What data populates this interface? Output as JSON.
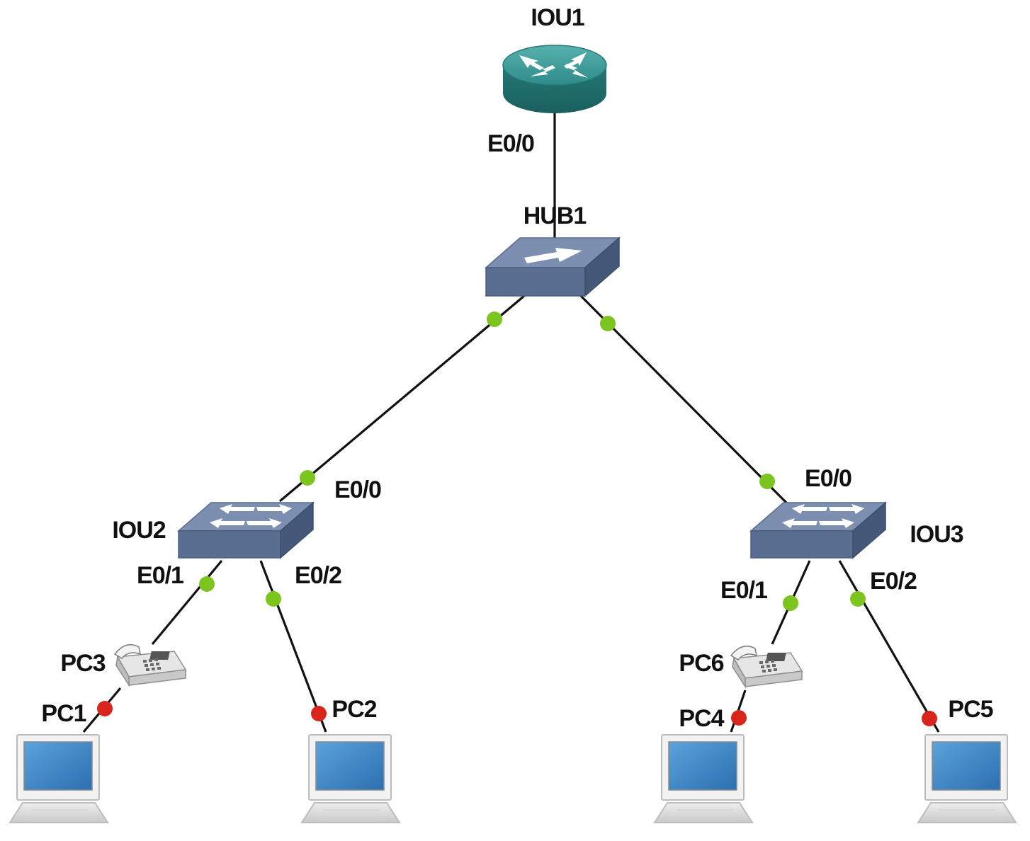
{
  "diagram": {
    "type": "network-topology",
    "nodes": [
      {
        "id": "iou1",
        "label": "IOU1",
        "kind": "router"
      },
      {
        "id": "hub1",
        "label": "HUB1",
        "kind": "hub"
      },
      {
        "id": "iou2",
        "label": "IOU2",
        "kind": "switch"
      },
      {
        "id": "iou3",
        "label": "IOU3",
        "kind": "switch"
      },
      {
        "id": "pc3",
        "label": "PC3",
        "kind": "ip-phone"
      },
      {
        "id": "pc6",
        "label": "PC6",
        "kind": "ip-phone"
      },
      {
        "id": "pc1",
        "label": "PC1",
        "kind": "pc"
      },
      {
        "id": "pc2",
        "label": "PC2",
        "kind": "pc"
      },
      {
        "id": "pc4",
        "label": "PC4",
        "kind": "pc"
      },
      {
        "id": "pc5",
        "label": "PC5",
        "kind": "pc"
      }
    ],
    "links": [
      {
        "from": "iou1",
        "to": "hub1",
        "from_port": "E0/0",
        "to_port": ""
      },
      {
        "from": "hub1",
        "to": "iou2",
        "from_port": "",
        "to_port": "E0/0",
        "status": "up"
      },
      {
        "from": "hub1",
        "to": "iou3",
        "from_port": "",
        "to_port": "E0/0",
        "status": "up"
      },
      {
        "from": "iou2",
        "to": "pc1",
        "from_port": "E0/1",
        "to_port": "",
        "via": "pc3",
        "status": "down"
      },
      {
        "from": "iou2",
        "to": "pc2",
        "from_port": "E0/2",
        "to_port": "",
        "status": "down"
      },
      {
        "from": "iou3",
        "to": "pc4",
        "from_port": "E0/1",
        "to_port": "",
        "via": "pc6",
        "status": "down"
      },
      {
        "from": "iou3",
        "to": "pc5",
        "from_port": "E0/2",
        "to_port": "",
        "status": "down"
      }
    ],
    "port_labels": {
      "iou1_e00": "E0/0",
      "iou2_e00": "E0/0",
      "iou2_e01": "E0/1",
      "iou2_e02": "E0/2",
      "iou3_e00": "E0/0",
      "iou3_e01": "E0/1",
      "iou3_e02": "E0/2"
    },
    "colors": {
      "link": "#111111",
      "status_up": "#7cc51f",
      "status_down": "#d9261c",
      "router": "#2e8c8a",
      "switch": "#5a6e92",
      "screen": "#3a82c4"
    },
    "icons": {
      "router": "router-icon",
      "hub": "hub-icon",
      "switch": "switch-icon",
      "ip_phone": "ip-phone-icon",
      "pc": "laptop-icon"
    }
  }
}
